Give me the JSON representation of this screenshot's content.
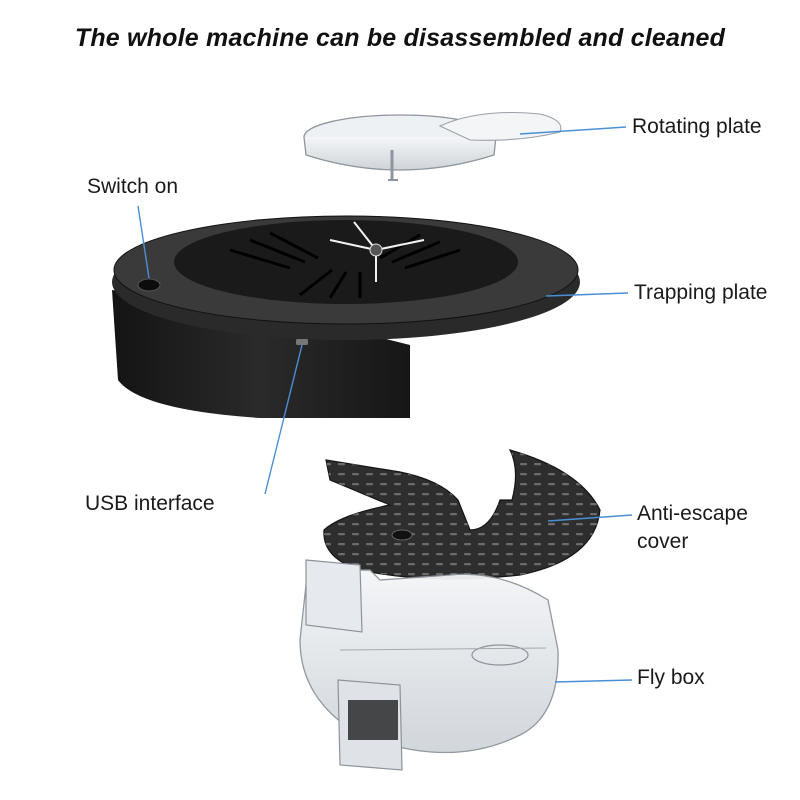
{
  "header": {
    "title": "The whole machine can be disassembled and cleaned"
  },
  "labels": {
    "rotating_plate": "Rotating plate",
    "switch_on": "Switch on",
    "trapping_plate": "Trapping plate",
    "usb_interface": "USB interface",
    "anti_escape_line1": "Anti-escape",
    "anti_escape_line2": "cover",
    "fly_box": "Fly box"
  },
  "colors": {
    "leader_line": "#4a8fd6",
    "device_body": "#1e1e1e",
    "text": "#1a1a1a"
  }
}
